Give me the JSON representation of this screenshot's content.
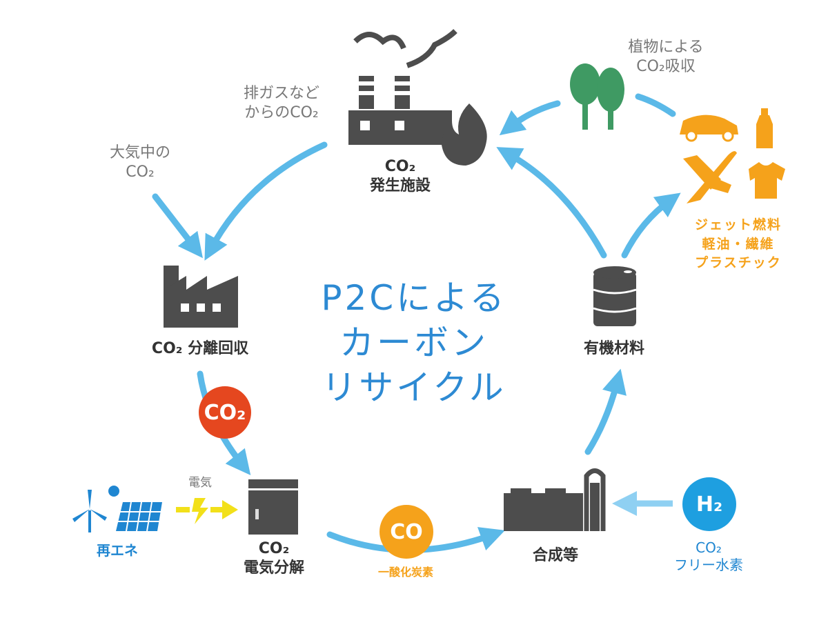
{
  "title": [
    "P2Cによる",
    "カーボン",
    "リサイクル"
  ],
  "nodes": {
    "emission_facility": [
      "CO₂",
      "発生施設"
    ],
    "exhaust": [
      "排ガスなど",
      "からのCO₂"
    ],
    "atmosphere": [
      "大気中の",
      "CO₂"
    ],
    "separation": "CO₂ 分離回収",
    "electrolysis": [
      "CO₂",
      "電気分解"
    ],
    "renewable": "再エネ",
    "electricity": "電気",
    "co_badge": "CO",
    "co_label": "一酸化炭素",
    "co2_badge": "CO₂",
    "synthesis": "合成等",
    "h2_badge": "H₂",
    "h2_label": [
      "CO₂",
      "フリー水素"
    ],
    "organic": "有機材料",
    "plants": [
      "植物による",
      "CO₂吸収"
    ],
    "products": [
      "ジェット燃料",
      "軽油・繊維",
      "プラスチック"
    ]
  },
  "colors": {
    "arrow": "#5bb9e8",
    "icon": "#4d4d4d",
    "orange": "#f5a21b",
    "red": "#e5471f",
    "blue": "#1f86d1",
    "green": "#3f9a63",
    "yellow": "#f2e01a"
  }
}
